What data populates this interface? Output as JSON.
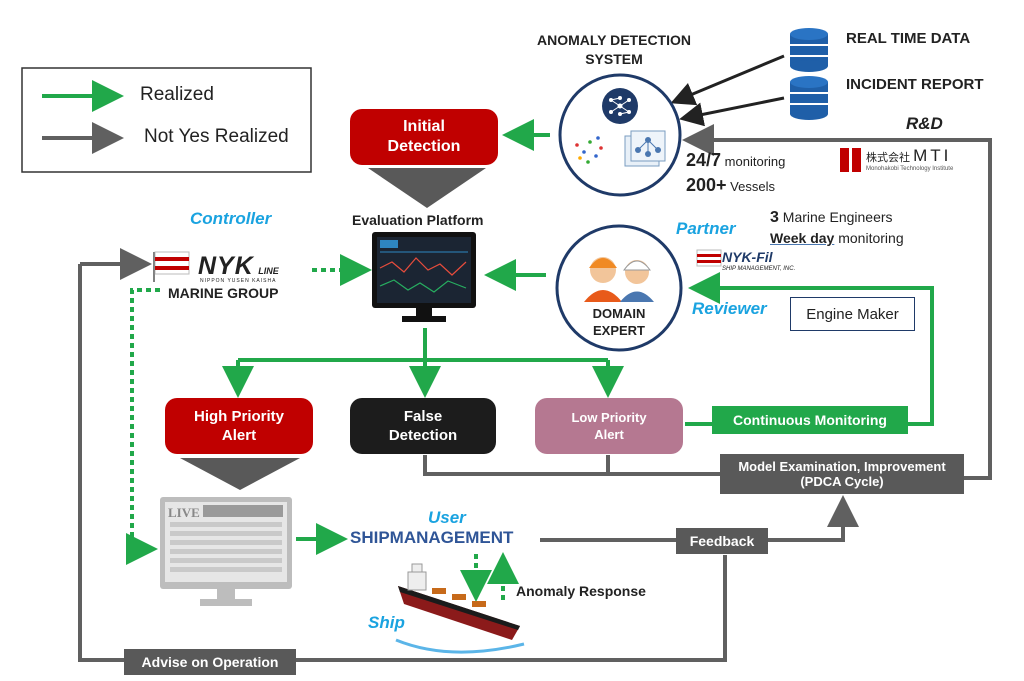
{
  "legend": {
    "realized": "Realized",
    "not_realized": "Not Yes Realized"
  },
  "system": {
    "title_line1": "ANOMALY DETECTION",
    "title_line2": "SYSTEM"
  },
  "sources": {
    "realtime": "REAL TIME DATA",
    "incident": "INCIDENT REPORT"
  },
  "stats": {
    "monitoring_num": "24/7",
    "monitoring_text": "monitoring",
    "vessels_num": "200+",
    "vessels_text": "Vessels"
  },
  "rd": {
    "label": "R&D",
    "company_jp": "株式会社",
    "company": "MTI",
    "company_sub": "Monohakobi Technology Institute"
  },
  "initial_detection": {
    "line1": "Initial",
    "line2": "Detection"
  },
  "roles": {
    "controller": "Controller",
    "partner": "Partner",
    "reviewer": "Reviewer",
    "user": "User",
    "ship": "Ship"
  },
  "platform": {
    "label": "Evaluation Platform"
  },
  "nyk": {
    "logo": "NYK",
    "logo_suffix": "LINE",
    "logo_sub": "NIPPON YUSEN KAISHA",
    "group": "MARINE GROUP"
  },
  "engineers": {
    "num": "3",
    "text": "Marine Engineers",
    "weekday": "Week day",
    "weekday_text": "monitoring"
  },
  "nykfil": {
    "logo": "NYK-Fil",
    "logo_sub": "SHIP MANAGEMENT, INC."
  },
  "expert": {
    "line1": "DOMAIN",
    "line2": "EXPERT"
  },
  "engine_maker": "Engine Maker",
  "alerts": {
    "high1": "High Priority",
    "high2": "Alert",
    "false1": "False",
    "false2": "Detection",
    "low1": "Low Priority",
    "low2": "Alert"
  },
  "continuous": "Continuous Monitoring",
  "model": {
    "line1": "Model Examination, Improvement",
    "line2": "(PDCA Cycle)"
  },
  "live": "LIVE",
  "shipmanagement": "SHIPMANAGEMENT",
  "feedback": "Feedback",
  "anomaly_response": "Anomaly Response",
  "advise": "Advise on Operation",
  "colors": {
    "green": "#21a84a",
    "gray": "#606060",
    "red": "#c00000",
    "pink": "#b57891",
    "navy": "#1f3a68"
  },
  "icons": [
    "database-icon",
    "neural-network-icon",
    "scatter-icon",
    "graph-icon",
    "monitor-icon",
    "engineers-icon",
    "ship-icon",
    "flag-icon"
  ]
}
